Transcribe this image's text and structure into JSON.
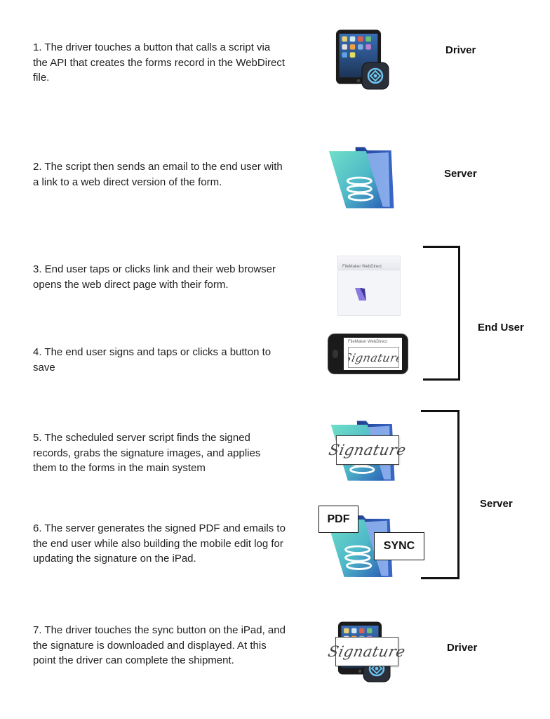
{
  "steps": [
    {
      "text": "1. The driver touches a button that calls a script via the API that creates the forms record in the WebDirect file."
    },
    {
      "text": "2. The script then sends an email to the end user with a link to a web direct version of the form."
    },
    {
      "text": "3. End user taps or clicks link and their web browser opens the web direct page with their form."
    },
    {
      "text": "4. The end user signs and taps or clicks a button to save"
    },
    {
      "text": "5. The scheduled server script finds the signed records, grabs the signature images, and applies them to the forms in the main system"
    },
    {
      "text": "6. The server generates the signed PDF and emails to the end user while also building the mobile edit log for updating the signature on the iPad."
    },
    {
      "text": "7. The driver touches the sync button on the iPad, and the signature is downloaded and displayed. At this point the driver can complete the shipment."
    }
  ],
  "roles": {
    "driver_top": "Driver",
    "server_top": "Server",
    "end_user": "End User",
    "server_group": "Server",
    "driver_bottom": "Driver"
  },
  "tags": {
    "pdf": "PDF",
    "sync": "SYNC"
  },
  "signature_text": "Signature",
  "browser_title": "FileMaker WebDirect",
  "icons": {
    "ipad": "ipad-icon",
    "filemaker_go": "filemaker-go-icon",
    "filemaker_server": "filemaker-server-icon",
    "browser": "webdirect-browser-icon",
    "phone": "phone-icon"
  },
  "colors": {
    "folder_blue": "#2d4fa3",
    "folder_teal": "#5fd0c0",
    "folder_light": "#8fb0e8",
    "text": "#1f1f1f"
  }
}
